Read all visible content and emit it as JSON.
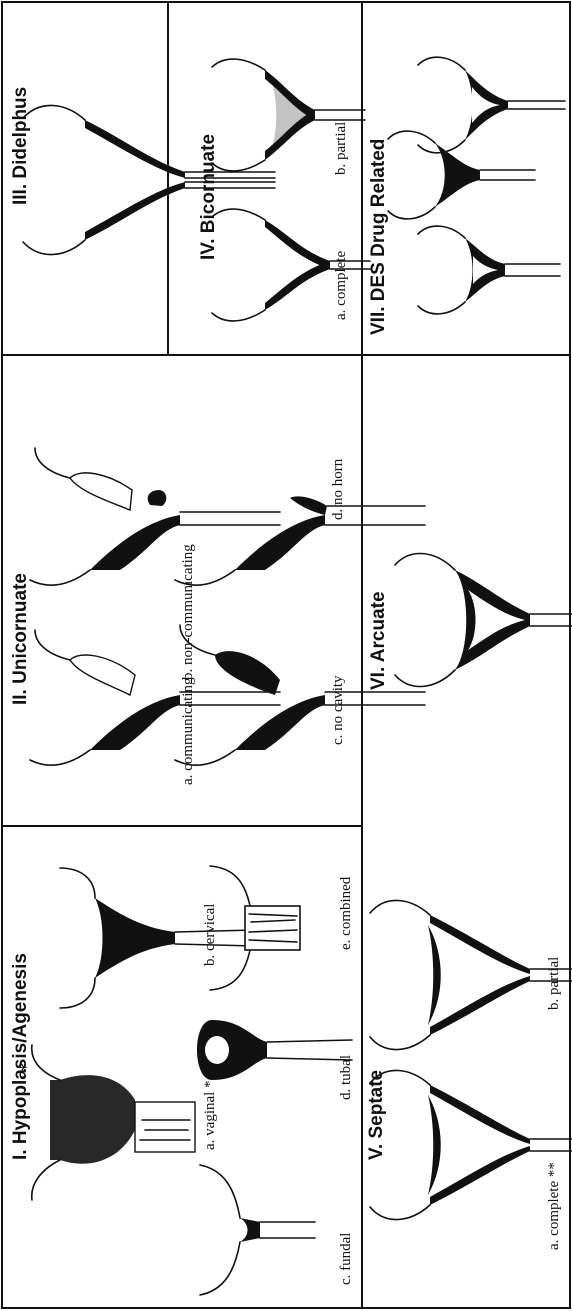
{
  "sections": {
    "s1": {
      "title": "I. Hypoplasis/Agenesis",
      "captions": [
        "a.  vaginal *",
        "b.  cervical",
        "c.  fundal",
        "d.  tubal",
        "e.  combined"
      ]
    },
    "s2": {
      "title": "II. Unicornuate",
      "captions": [
        "a.  communicating",
        "b.  non-communicating",
        "c.  no cavity",
        "d.  no horn"
      ]
    },
    "s3": {
      "title": "III. Didelphus",
      "captions": []
    },
    "s4": {
      "title": "IV. Bicornuate",
      "captions": [
        "a.  complete",
        "b.  partial"
      ]
    },
    "s5": {
      "title": "V. Septate",
      "captions": [
        "a.  complete **",
        "b.  partial"
      ]
    },
    "s6": {
      "title": "VI. Arcuate",
      "captions": []
    },
    "s7": {
      "title": "VII. DES Drug Related",
      "captions": []
    }
  },
  "colors": {
    "ink": "#111111",
    "paper": "#ffffff"
  }
}
